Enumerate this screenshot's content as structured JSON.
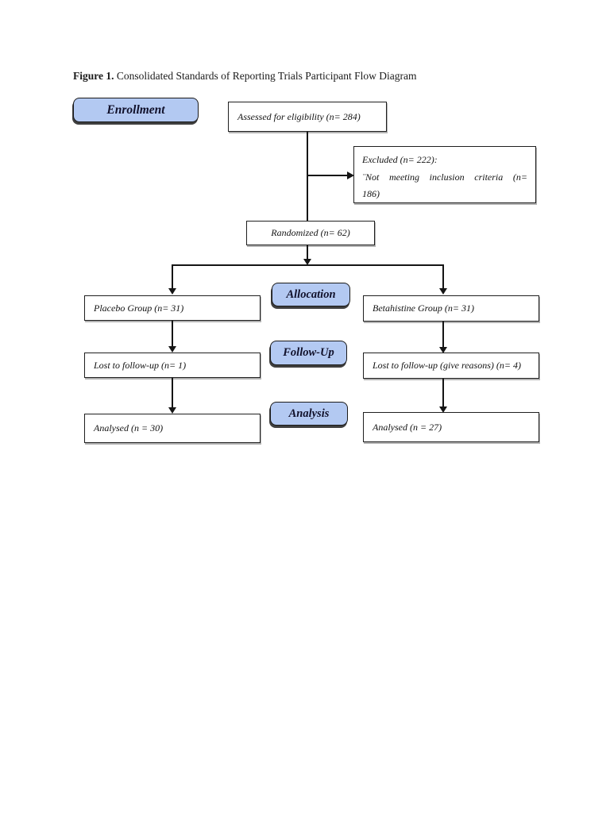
{
  "caption": {
    "label": "Figure 1.",
    "text": " Consolidated Standards of Reporting Trials Participant Flow Diagram"
  },
  "badges": {
    "enrollment": "Enrollment",
    "allocation": "Allocation",
    "followup": "Follow-Up",
    "analysis": "Analysis"
  },
  "boxes": {
    "assessed": "Assessed for eligibility (n= 284)",
    "excluded": {
      "line1": "Excluded (n= 222):",
      "line2": "¨Not meeting inclusion criteria (n=",
      "line3": "186)"
    },
    "randomized": "Randomized (n= 62)",
    "placebo_group": "Placebo Group (n= 31)",
    "betahistine_group": "Betahistine Group (n= 31)",
    "lost_placebo": "Lost to follow-up (n= 1)",
    "lost_betahistine": "Lost to follow-up (give reasons) (n= 4)",
    "analysed_placebo": "Analysed (n = 30)",
    "analysed_betahistine": "Analysed (n = 27)"
  },
  "colors": {
    "badge_fill": "#b3c9f2",
    "box_border": "#1f1f1f",
    "arrow_color": "#151515",
    "badge_text": "#10102a"
  }
}
